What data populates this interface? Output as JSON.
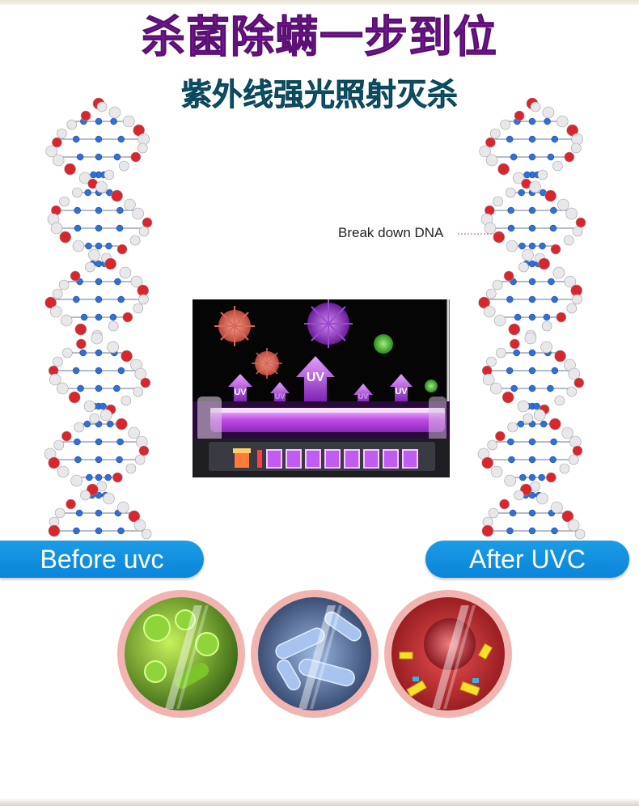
{
  "header": {
    "title": "杀菌除螨一步到位",
    "subtitle": "紫外线强光照射灭杀"
  },
  "annotation": {
    "text": "Break down DNA"
  },
  "uv_photo": {
    "arrow_label": "UV"
  },
  "labels": {
    "before": "Before uvc",
    "after": "After UVC"
  },
  "colors": {
    "title": "#7b1c97",
    "subtitle": "#0d5a72",
    "pill": "#0a84d8",
    "uv_glow": "#c040ff"
  },
  "microbe_images": [
    {
      "name": "green-bacteria-closeup"
    },
    {
      "name": "blue-bacteria-closeup"
    },
    {
      "name": "red-virus-closeup"
    }
  ]
}
